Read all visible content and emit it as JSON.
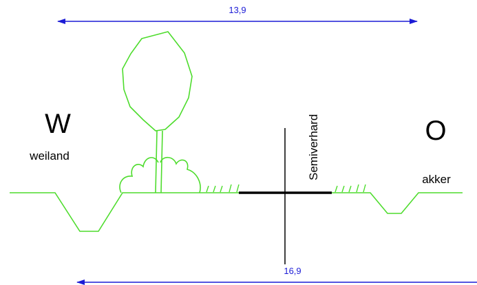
{
  "dimensions": {
    "top": {
      "value": "13,9",
      "color": "#1c1cd6"
    },
    "bottom": {
      "value": "16,9",
      "color": "#1c1cd6"
    }
  },
  "labels": {
    "west_letter": "W",
    "west_name": "weiland",
    "east_letter": "O",
    "east_name": "akker",
    "road_type": "Semiverhard"
  },
  "colors": {
    "terrain": "#4ddc2c",
    "road": "#000000",
    "dimension": "#1c1cd6"
  }
}
